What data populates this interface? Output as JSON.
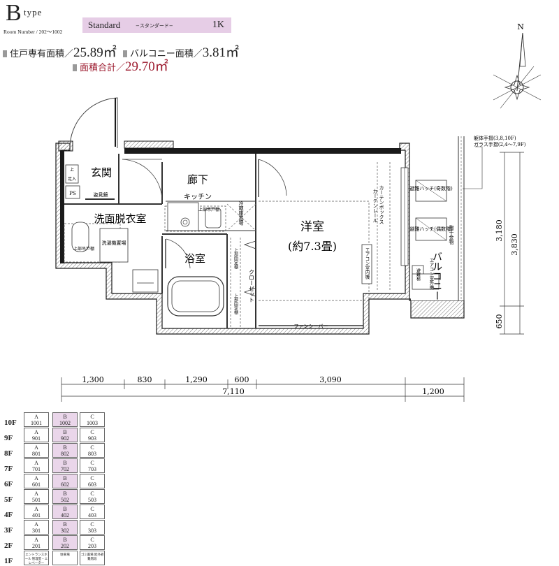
{
  "header": {
    "type_letter": "B",
    "type_word": "type",
    "room_number": "Room Number / 202～1002",
    "plan_name": "Standard",
    "plan_sub": "−スタンダード−",
    "layout": "1K"
  },
  "areas": {
    "private_label": "住戸専有面積／",
    "private_value": "25.89㎡",
    "balcony_label": "バルコニー面積／",
    "balcony_value": "3.81㎡",
    "total_label": "面積合計／",
    "total_value": "29.70㎡"
  },
  "compass": {
    "label": "N"
  },
  "rooms": {
    "genkan": "玄関",
    "roka": "廊下",
    "kitchen": "キッチン",
    "senmen": "洗面脱衣室",
    "yoku": "浴室",
    "yoshitsu": "洋室",
    "yoshitsu_size": "(約7.3畳)",
    "balcony": "バルコニー"
  },
  "fixtures": {
    "shoe_top": "上",
    "shoe_bottom": "足入",
    "ps": "PS",
    "mirror": "姿見鏡",
    "upper_shelf_kitchen": "上部吊戸棚",
    "fridge": "冷蔵庫置場",
    "washer": "洗濯機置場",
    "upper_shelf_wash": "上部吊戸棚",
    "upper_shelf_closet": "上部固定棚",
    "upper_shelf_closet2": "上部固定棚",
    "closet": "クローゼット",
    "curtain_rail": "カーテンレール",
    "curtain_box": "カーテンボックス",
    "aircon_in": "エアコン室内機",
    "aircon_out": "エアコン室外機",
    "hatch1": "避難ハッチ(奇数階)",
    "hatch2": "避難ハッチ(偶数階)",
    "clothes": "物干金物",
    "ladder": "避難梯",
    "fancy": "ファンシーバー",
    "railing_note1": "躯体手摺(3,8,10F)",
    "railing_note2": "ガラス手摺(2,4～7,9F)"
  },
  "dimensions": {
    "horizontal": [
      "1,300",
      "830",
      "1,290",
      "600",
      "3,090"
    ],
    "total_interior": "7,110",
    "balcony_depth": "1,200",
    "vertical_a": "3,180",
    "vertical_b": "3,830",
    "vertical_c": "650"
  },
  "floors": [
    {
      "floor": "10F",
      "a": [
        "A",
        "1001"
      ],
      "b": [
        "B",
        "1002"
      ],
      "c": [
        "C",
        "1003"
      ]
    },
    {
      "floor": "9F",
      "a": [
        "A",
        "901"
      ],
      "b": [
        "B",
        "902"
      ],
      "c": [
        "C",
        "903"
      ]
    },
    {
      "floor": "8F",
      "a": [
        "A",
        "801"
      ],
      "b": [
        "B",
        "802"
      ],
      "c": [
        "C",
        "803"
      ]
    },
    {
      "floor": "7F",
      "a": [
        "A",
        "701"
      ],
      "b": [
        "B",
        "702"
      ],
      "c": [
        "C",
        "703"
      ]
    },
    {
      "floor": "6F",
      "a": [
        "A",
        "601"
      ],
      "b": [
        "B",
        "602"
      ],
      "c": [
        "C",
        "603"
      ]
    },
    {
      "floor": "5F",
      "a": [
        "A",
        "501"
      ],
      "b": [
        "B",
        "502"
      ],
      "c": [
        "C",
        "503"
      ]
    },
    {
      "floor": "4F",
      "a": [
        "A",
        "401"
      ],
      "b": [
        "B",
        "402"
      ],
      "c": [
        "C",
        "403"
      ]
    },
    {
      "floor": "3F",
      "a": [
        "A",
        "301"
      ],
      "b": [
        "B",
        "302"
      ],
      "c": [
        "C",
        "303"
      ]
    },
    {
      "floor": "2F",
      "a": [
        "A",
        "201"
      ],
      "b": [
        "B",
        "202"
      ],
      "c": [
        "C",
        "203"
      ]
    }
  ],
  "ground_floor": {
    "floor": "1F",
    "a": "エントランスホール 管理室・エレベーター",
    "b": "駐車場",
    "c": "ゴミ置場 屋外避難階段"
  },
  "colors": {
    "accent": "#9c1a2e",
    "highlight": "#e6cde6",
    "wall": "#1a1a1a"
  }
}
